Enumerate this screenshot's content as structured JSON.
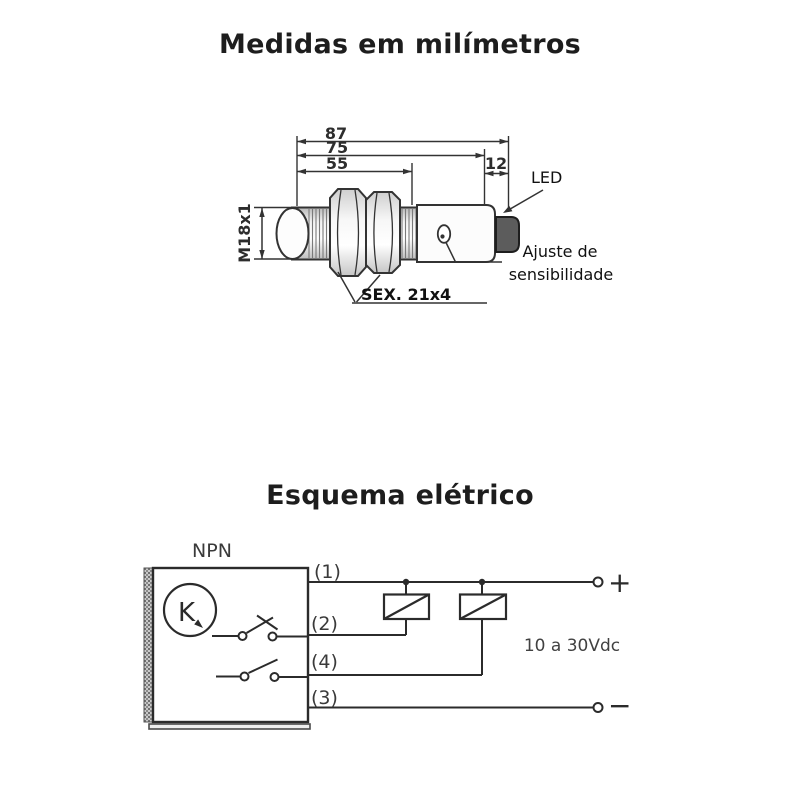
{
  "measures": {
    "title": "Medidas em milímetros",
    "dim_87": "87",
    "dim_75": "75",
    "dim_55": "55",
    "dim_12": "12",
    "thread_label": "M18x1",
    "led_label": "LED",
    "adjust_label_line1": "Ajuste de",
    "adjust_label_line2": "sensibilidade",
    "hex_label": "SEX. 21x4"
  },
  "schematic": {
    "title": "Esquema elétrico",
    "type_label": "NPN",
    "sensor_letter": "K",
    "pins": {
      "p1": "(1)",
      "p2": "(2)",
      "p4": "(4)",
      "p3": "(3)"
    },
    "supply_label": "10 a 30Vdc",
    "plus_label": "+",
    "minus_label": "−"
  },
  "colors": {
    "ink": "#333333",
    "cap_fill": "#5c5c5c",
    "background": "#ffffff"
  }
}
